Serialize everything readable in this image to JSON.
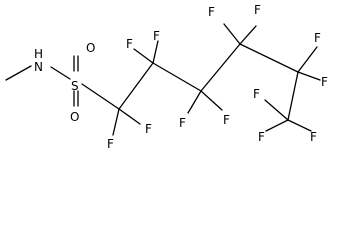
{
  "molecule": {
    "atoms": {
      "n": "N",
      "h": "H",
      "s": "S",
      "o_top": "O",
      "o_bottom": "O",
      "f1": "F",
      "f2": "F",
      "f3": "F",
      "f4": "F",
      "f5": "F",
      "f6": "F",
      "f7": "F",
      "f8": "F",
      "f9": "F",
      "f10": "F",
      "f11": "F",
      "f12": "F",
      "f13": "F"
    }
  }
}
